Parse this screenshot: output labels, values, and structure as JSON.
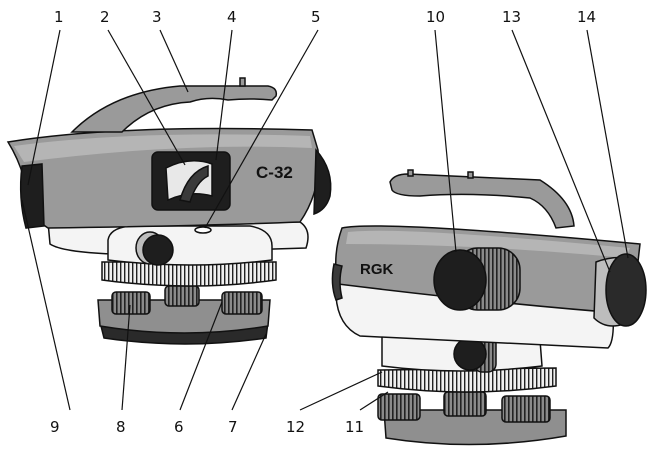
{
  "labels": {
    "models": {
      "left": "C-32",
      "right": "RGK"
    },
    "top": [
      "1",
      "2",
      "3",
      "4",
      "5",
      "10",
      "13",
      "14"
    ],
    "bottom": [
      "9",
      "8",
      "6",
      "7",
      "12",
      "11"
    ]
  },
  "colors": {
    "body_gray": "#9a9a9a",
    "dark_gray": "#3a3a3a",
    "light": "#f4f4f4",
    "mid_gray": "#bdbdbd",
    "black": "#1e1e1e"
  }
}
